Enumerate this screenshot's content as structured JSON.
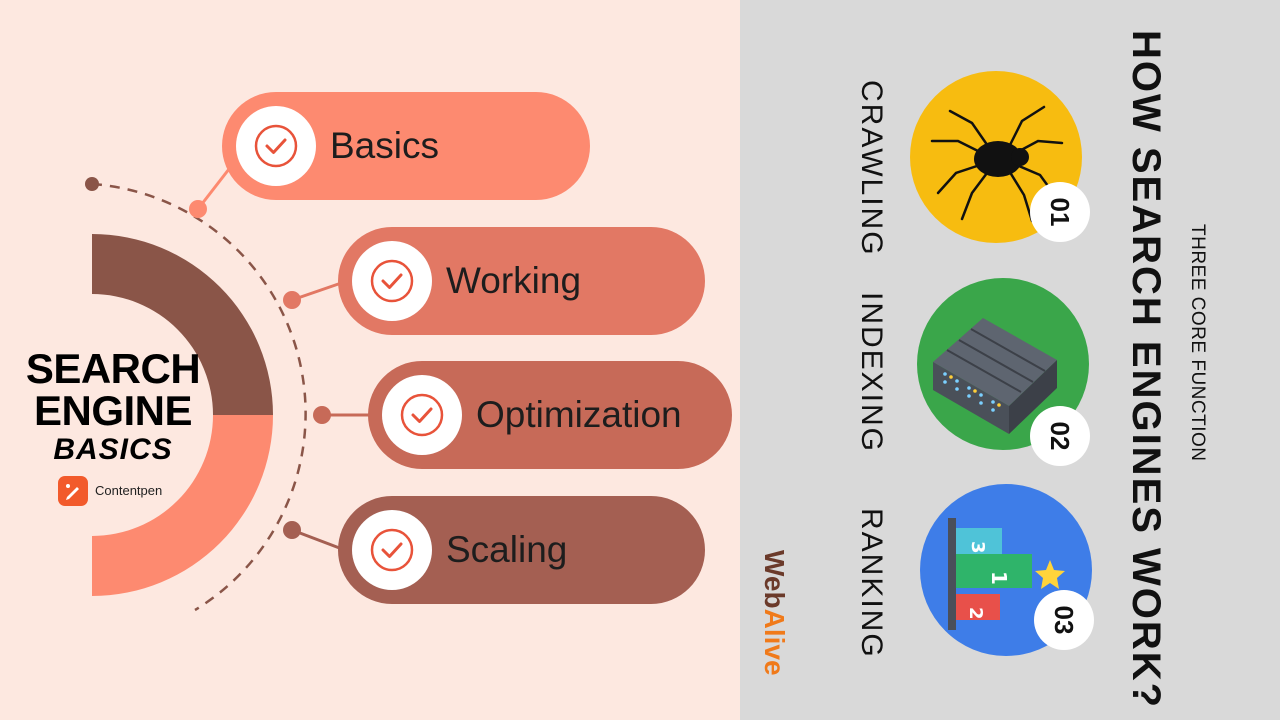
{
  "left_panel": {
    "title_line1": "SEARCH",
    "title_line2": "ENGINE",
    "title_line3": "BASICS",
    "brand": "Contentpen",
    "items": [
      {
        "label": "Basics",
        "color": "#fd8a70"
      },
      {
        "label": "Working",
        "color": "#e27864"
      },
      {
        "label": "Optimization",
        "color": "#c76a58"
      },
      {
        "label": "Scaling",
        "color": "#a45f52"
      }
    ],
    "colors": {
      "background": "#fde8e0",
      "accent": "#f25a2b",
      "ring_dark": "#8a5548",
      "ring_light": "#fd8a70"
    }
  },
  "right_panel": {
    "title": "HOW SEARCH ENGINES WORK?",
    "subtitle": "THREE CORE FUNCTION",
    "steps": [
      {
        "label": "CRAWLING",
        "number": "01",
        "color": "#f7bc10",
        "icon": "spider-icon"
      },
      {
        "label": "INDEXING",
        "number": "02",
        "color": "#3aa64a",
        "icon": "server-icon"
      },
      {
        "label": "RANKING",
        "number": "03",
        "color": "#3e7de8",
        "icon": "podium-icon"
      }
    ],
    "logo_part1": "Web",
    "logo_part2": "Alive",
    "colors": {
      "background": "#d9d9d9"
    }
  }
}
